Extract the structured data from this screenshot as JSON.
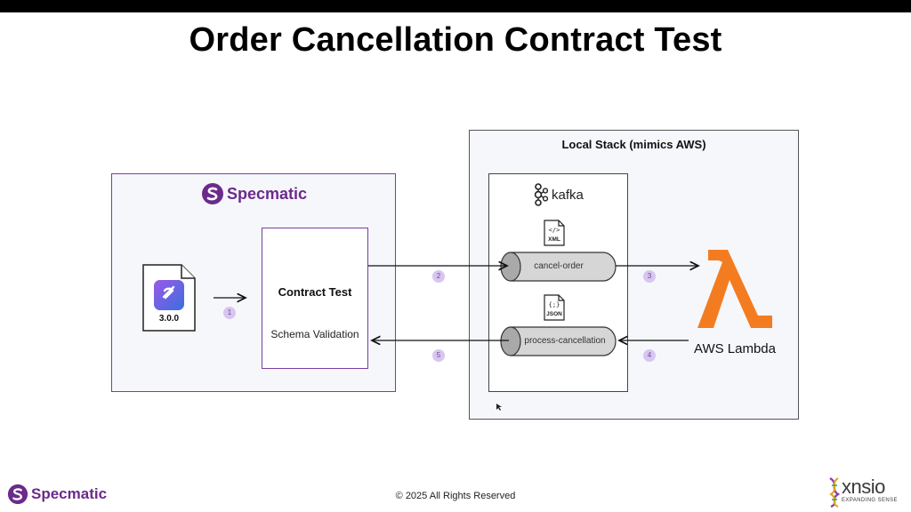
{
  "slide": {
    "title": "Order Cancellation Contract Test",
    "footer": "© 2025 All Rights Reserved"
  },
  "specmatic": {
    "brand_name": "Specmatic",
    "spec_version": "3.0.0"
  },
  "contract_test": {
    "title": "Contract Test",
    "subtitle": "Schema Validation"
  },
  "local_stack": {
    "title": "Local Stack (mimics AWS)"
  },
  "kafka": {
    "name": "kafka",
    "topics": [
      {
        "name": "cancel-order",
        "format": "XML"
      },
      {
        "name": "process-cancellation",
        "format": "JSON"
      }
    ]
  },
  "lambda": {
    "label": "AWS Lambda",
    "accent": "#f47c20"
  },
  "steps": [
    "1",
    "2",
    "3",
    "4",
    "5"
  ],
  "footer_brand": {
    "name": "Specmatic",
    "partner_name": "xnsio",
    "partner_tagline": "EXPANDING SENSE"
  },
  "colors": {
    "brand_purple": "#6b2a8c",
    "step_badge": "#d8c6f0",
    "panel_bg": "#f6f7fb"
  },
  "icons": [
    "specmatic-logo-icon",
    "kafka-logo-icon",
    "xml-doc-icon",
    "json-doc-icon",
    "lambda-icon",
    "xnsio-logo-icon",
    "cursor-icon"
  ]
}
